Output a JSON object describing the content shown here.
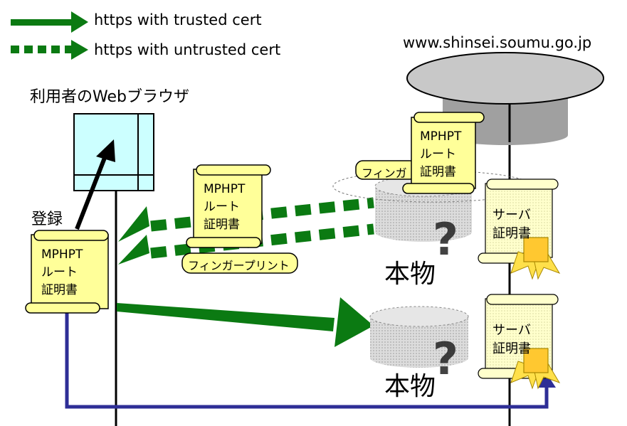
{
  "legend": {
    "solid_label": "https with trusted cert",
    "dashed_label": "https with untrusted cert"
  },
  "server_host": "www.shinsei.soumu.go.jp",
  "browser_label": "利用者のWebブラウザ",
  "register_label": "登録",
  "cert_user": {
    "l1": "MPHPT",
    "l2": "ルート",
    "l3": "証明書"
  },
  "cert_middle": {
    "l1": "MPHPT",
    "l2": "ルート",
    "l3": "証明書"
  },
  "cert_server": {
    "l1": "MPHPT",
    "l2": "ルート",
    "l3": "証明書"
  },
  "fingerprint_middle": "フィンガープリント",
  "fingerprint_server": "フィンガ",
  "server_cert_top": {
    "l1": "サーバ",
    "l2": "証明書"
  },
  "server_cert_bottom": {
    "l1": "サーバ",
    "l2": "証明書"
  },
  "genuine_top": "本物",
  "genuine_bottom": "本物",
  "question_mark": "?",
  "colors": {
    "green": "#0b7a12",
    "navy": "#2e2e96",
    "scroll_fill": "#ffff99",
    "browser_fill": "#ccffff",
    "server_gray": "#c0c0c0"
  }
}
